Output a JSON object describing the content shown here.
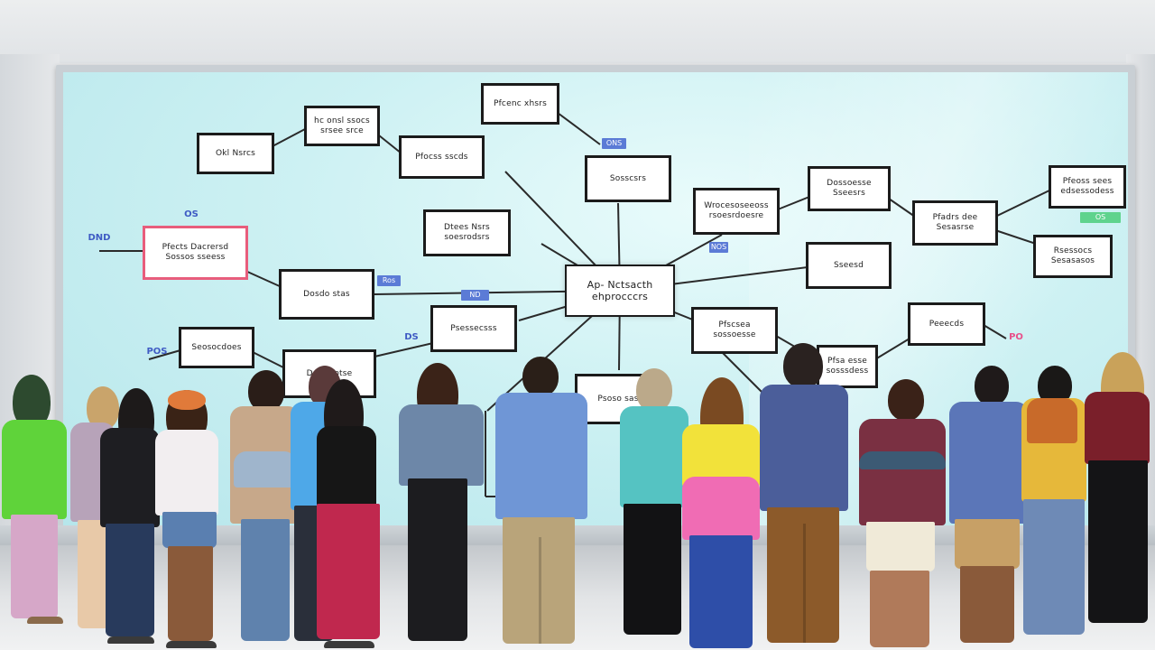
{
  "scene": {
    "colors": {
      "board": "#cdf1f3",
      "node_border": "#1b1b1b",
      "node_fill": "#ffffff",
      "accent_pink": "#e85d7c",
      "accent_blue": "#5b7bd6",
      "accent_green": "#5fd38d"
    }
  },
  "mindmap": {
    "center": "Ap- Nctsacth\nehprocccrs",
    "nodes": [
      {
        "id": "n1",
        "text": "Pfcenc xhsrs"
      },
      {
        "id": "n2",
        "text": "hc onsl ssocs\nsrsee srce"
      },
      {
        "id": "n3",
        "text": "Pfocss sscds"
      },
      {
        "id": "n4",
        "text": "Okl Nsrcs"
      },
      {
        "id": "n5",
        "text": "Sosscsrs"
      },
      {
        "id": "n6",
        "text": "Dtees Nsrs\nsoesrodsrs"
      },
      {
        "id": "n7",
        "text": "Pfects Dacrersd\nSossos sseess"
      },
      {
        "id": "n8",
        "text": "Dosdo stas"
      },
      {
        "id": "n9",
        "text": "Seosocdoes"
      },
      {
        "id": "n10",
        "text": "Psessecsss"
      },
      {
        "id": "n11",
        "text": "Doe ofotse"
      },
      {
        "id": "n12",
        "text": "Wrocesoseeoss\nrsoesrdoesre"
      },
      {
        "id": "n13",
        "text": "Dossoesse\nSseesrs"
      },
      {
        "id": "n14",
        "text": "Pfadrs dee\nSesasrse"
      },
      {
        "id": "n15",
        "text": "Pfeoss sees\nedsessodess"
      },
      {
        "id": "n16",
        "text": "Rsessocs\nSesasasos"
      },
      {
        "id": "n17",
        "text": "Sseesd"
      },
      {
        "id": "n18",
        "text": "Pfscsea\nsossoesse"
      },
      {
        "id": "n19",
        "text": "Peeecds"
      },
      {
        "id": "n20",
        "text": "Pfsa esse\nsosssdess"
      },
      {
        "id": "n21",
        "text": "Psoso sas"
      }
    ],
    "tags": [
      {
        "id": "t1",
        "text": "ONS"
      },
      {
        "id": "t2",
        "text": "OS"
      },
      {
        "id": "t3",
        "text": "DND"
      },
      {
        "id": "t4",
        "text": "NOS"
      },
      {
        "id": "t5",
        "text": "Ros"
      },
      {
        "id": "t6",
        "text": "ND"
      },
      {
        "id": "t7",
        "text": "DS"
      },
      {
        "id": "t8",
        "text": "POS"
      },
      {
        "id": "t9",
        "text": "OS"
      },
      {
        "id": "t10",
        "text": "PO"
      }
    ]
  }
}
